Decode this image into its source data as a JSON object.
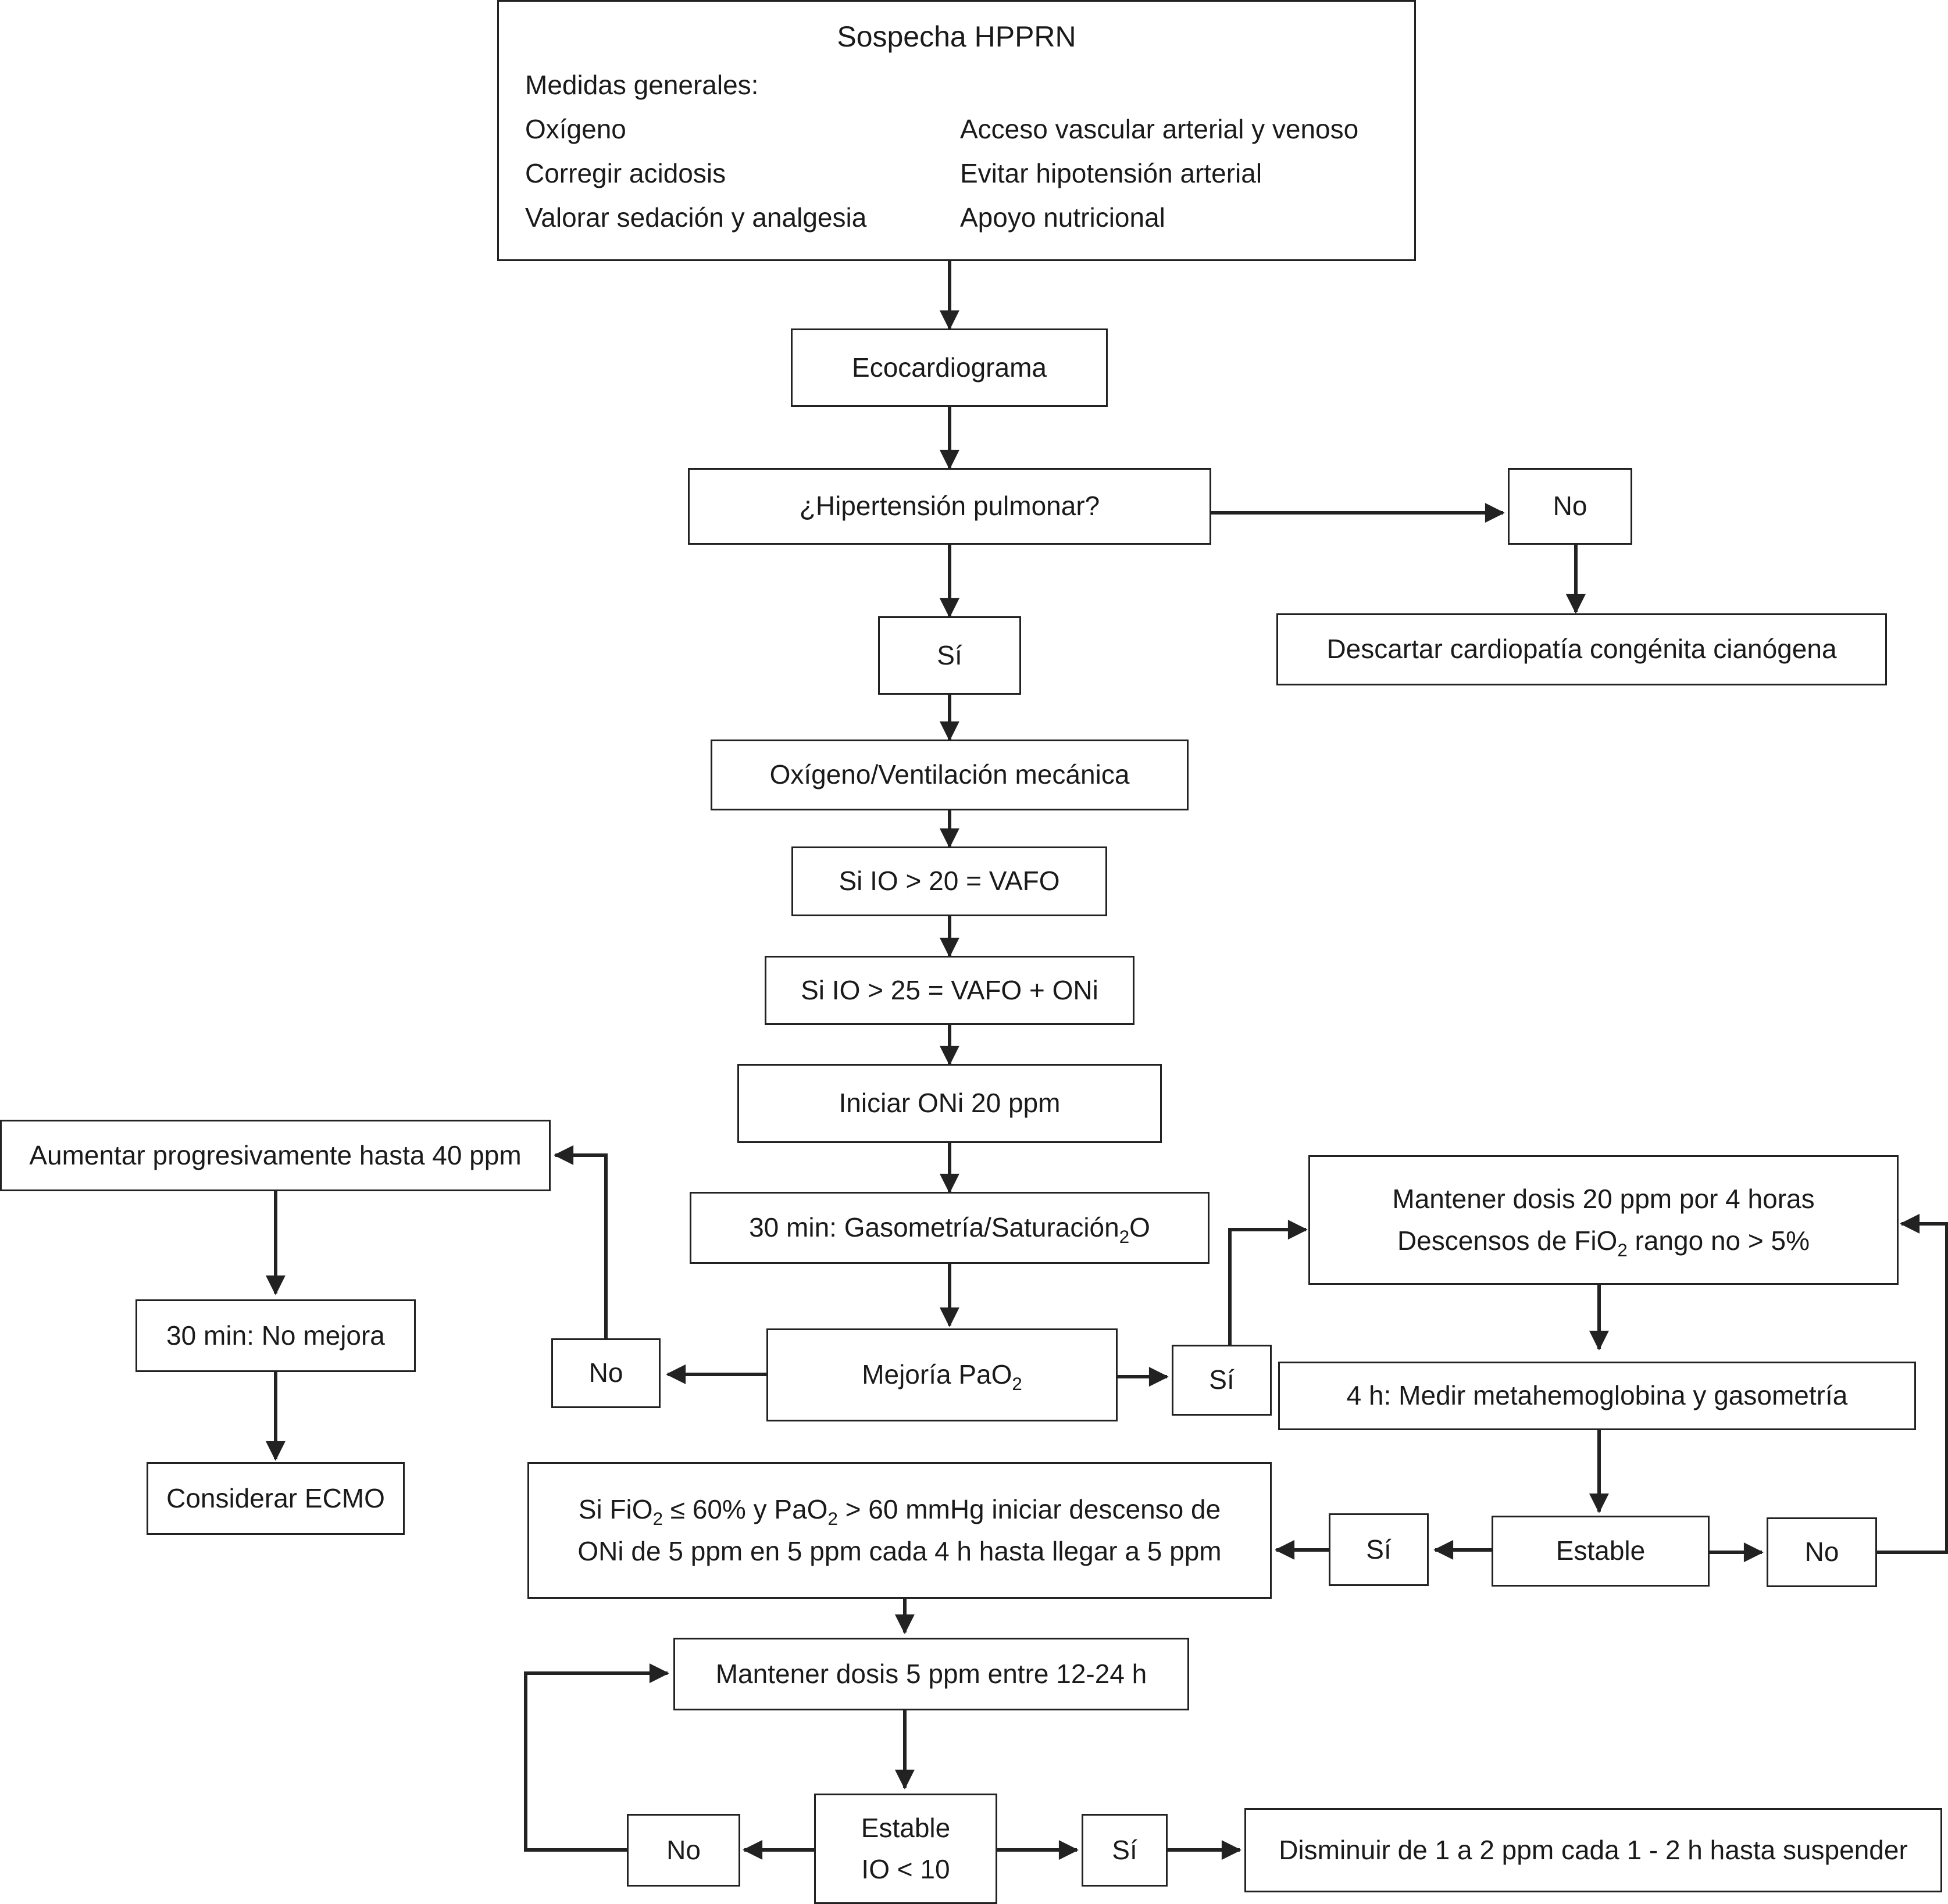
{
  "top": {
    "title": "Sospecha HPPRN",
    "subtitle": "Medidas generales:",
    "left_items": [
      "Oxígeno",
      "Corregir acidosis",
      "Valorar sedación y analgesia"
    ],
    "right_items": [
      "Acceso vascular arterial y venoso",
      "Evitar hipotensión arterial",
      "Apoyo nutricional"
    ]
  },
  "nodes": {
    "eco": "Ecocardiograma",
    "hipertension": "¿Hipertensión pulmonar?",
    "no1": "No",
    "descartar": "Descartar cardiopatía congénita cianógena",
    "si1": "Sí",
    "oxigeno_vent": "Oxígeno/Ventilación mecánica",
    "io20": "Si IO > 20 = VAFO",
    "io25": "Si IO > 25 = VAFO + ONi",
    "iniciar": "Iniciar ONi 20 ppm",
    "gaso30": {
      "pre": "30 min: Gasometría/Saturación",
      "sub": "2",
      "post": "O"
    },
    "mejoria": {
      "pre": "Mejoría PaO",
      "sub": "2"
    },
    "no2": "No",
    "aumentar": "Aumentar progresivamente hasta 40 ppm",
    "nomejora": "30 min: No mejora",
    "ecmo": "Considerar ECMO",
    "si2": "Sí",
    "mantener20": {
      "line1": "Mantener dosis 20 ppm por 4 horas",
      "line2_pre": "Descensos de FiO",
      "line2_sub": "2",
      "line2_post": " rango no > 5%"
    },
    "medir": "4 h: Medir metahemoglobina y gasometría",
    "estable1": "Estable",
    "no3": "No",
    "si3": "Sí",
    "descenso": {
      "l1_a": "Si FiO",
      "l1_sub1": "2",
      "l1_b": " ≤ 60% y PaO",
      "l1_sub2": "2",
      "l1_c": " > 60 mmHg iniciar descenso de",
      "line2": "ONi de 5 ppm en 5 ppm cada 4 h hasta llegar a 5 ppm"
    },
    "mantener5": "Mantener dosis 5 ppm entre 12-24 h",
    "estable2": {
      "line1": "Estable",
      "line2": "IO < 10"
    },
    "no4": "No",
    "si4": "Sí",
    "disminuir": "Disminuir de 1 a 2 ppm cada 1 - 2 h hasta suspender"
  },
  "colors": {
    "stroke": "#222222",
    "text": "#1a1a1a",
    "background": "#ffffff"
  }
}
